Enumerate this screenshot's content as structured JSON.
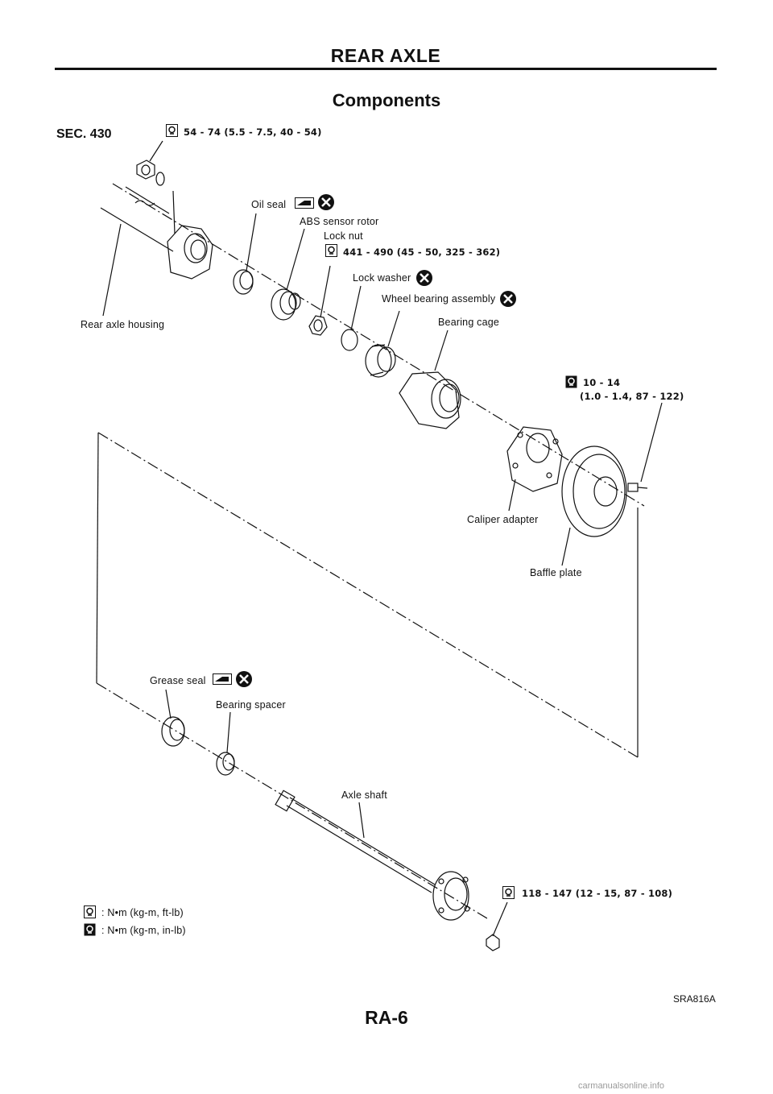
{
  "header": {
    "title": "REAR AXLE"
  },
  "section_title": "Components",
  "section_code": "SEC. 430",
  "labels": {
    "top_torque": "54 - 74 (5.5 - 7.5, 40 - 54)",
    "oil_seal": "Oil seal",
    "abs_rotor": "ABS sensor rotor",
    "lock_nut": "Lock nut",
    "lock_nut_torque": "441 - 490 (45 - 50, 325 - 362)",
    "lock_washer": "Lock washer",
    "wheel_bearing": "Wheel bearing assembly",
    "rear_axle_housing": "Rear axle housing",
    "bearing_cage": "Bearing cage",
    "torque_10_14_a": "10 - 14",
    "torque_10_14_b": "(1.0 - 1.4, 87 - 122)",
    "caliper_adapter": "Caliper adapter",
    "baffle_plate": "Baffle plate",
    "grease_seal": "Grease seal",
    "bearing_spacer": "Bearing spacer",
    "axle_shaft": "Axle shaft",
    "torque_118_147": "118 - 147 (12 - 15, 87 - 108)"
  },
  "legend": {
    "nm_kgm_ftlb": ": N•m (kg-m, ft-lb)",
    "nm_kgm_inlb": ": N•m (kg-m, in-lb)"
  },
  "figure_id": "SRA816A",
  "page_number": "RA-6",
  "footer_url": "carmanualsonline.info"
}
